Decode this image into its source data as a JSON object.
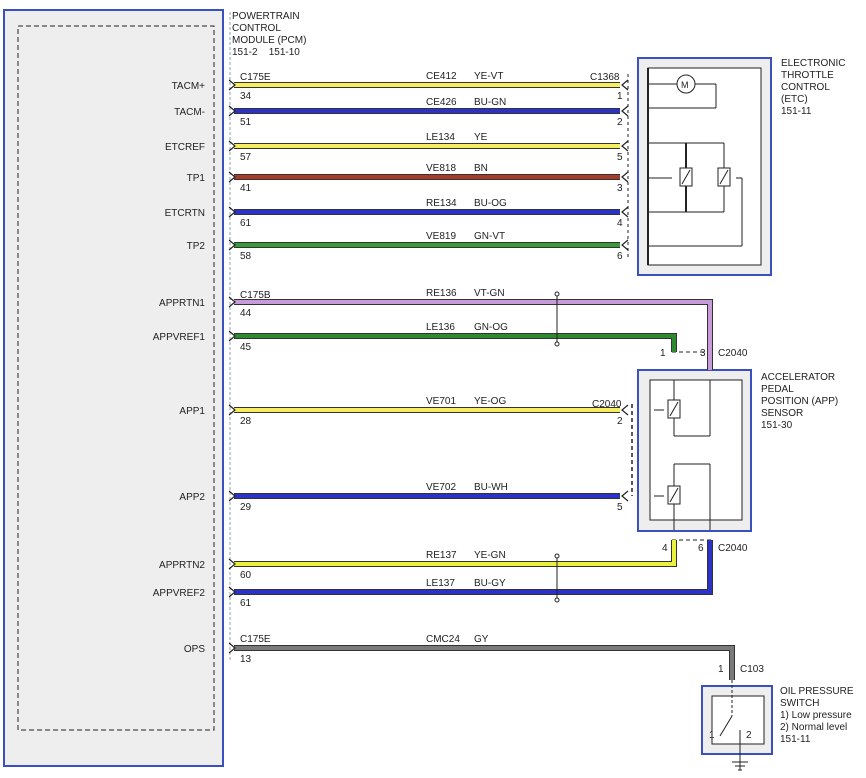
{
  "pcm": {
    "title_lines": [
      "POWERTRAIN",
      "CONTROL",
      "MODULE (PCM)"
    ],
    "ref": "151-2    151-10"
  },
  "etc": {
    "title_lines": [
      "ELECTRONIC",
      "THROTTLE",
      "CONTROL",
      "(ETC)"
    ],
    "ref": "151-11",
    "connector": "C1368"
  },
  "app_sensor": {
    "title_lines": [
      "ACCELERATOR",
      "PEDAL",
      "POSITION (APP)",
      "SENSOR"
    ],
    "ref": "151-30",
    "connector": "C2040"
  },
  "ops_switch": {
    "title_lines": [
      "OIL PRESSURE",
      "SWITCH",
      "1) Low pressure",
      "2) Normal level"
    ],
    "ref": "151-11",
    "connector": "C103",
    "pin_in": "1",
    "contact_left": "1",
    "contact_right": "2"
  },
  "pcm_connectors": {
    "c175e_top": "C175E",
    "c175b": "C175B",
    "c175e_bottom": "C175E"
  },
  "etc_wires": [
    {
      "signal": "TACM+",
      "pcm_pin": "34",
      "circuit": "CE412",
      "color_code": "YE-VT",
      "color": "#f4ee60",
      "far_pin": "1"
    },
    {
      "signal": "TACM-",
      "pcm_pin": "51",
      "circuit": "CE426",
      "color_code": "BU-GN",
      "color": "#2a32c8",
      "far_pin": "2"
    },
    {
      "signal": "ETCREF",
      "pcm_pin": "57",
      "circuit": "LE134",
      "color_code": "YE",
      "color": "#f4ee60",
      "far_pin": "5"
    },
    {
      "signal": "TP1",
      "pcm_pin": "41",
      "circuit": "VE818",
      "color_code": "BN",
      "color": "#a83c2a",
      "far_pin": "3"
    },
    {
      "signal": "ETCRTN",
      "pcm_pin": "61",
      "circuit": "RE134",
      "color_code": "BU-OG",
      "color": "#2a32c8",
      "far_pin": "4"
    },
    {
      "signal": "TP2",
      "pcm_pin": "58",
      "circuit": "VE819",
      "color_code": "GN-VT",
      "color": "#3a9a3a",
      "far_pin": "6"
    }
  ],
  "app_wires": [
    {
      "signal": "APPRTN1",
      "pcm_pin": "44",
      "circuit": "RE136",
      "color_code": "VT-GN",
      "color": "#c79ad8",
      "far_pin": "3"
    },
    {
      "signal": "APPVREF1",
      "pcm_pin": "45",
      "circuit": "LE136",
      "color_code": "GN-OG",
      "color": "#2f8a2f",
      "far_pin": "1"
    },
    {
      "signal": "APP1",
      "pcm_pin": "28",
      "circuit": "VE701",
      "color_code": "YE-OG",
      "color": "#f4ee60",
      "far_pin": "2"
    },
    {
      "signal": "APP2",
      "pcm_pin": "29",
      "circuit": "VE702",
      "color_code": "BU-WH",
      "color": "#2a32c8",
      "far_pin": "5"
    },
    {
      "signal": "APPRTN2",
      "pcm_pin": "60",
      "circuit": "RE137",
      "color_code": "YE-GN",
      "color": "#eaf040",
      "far_pin": "4"
    },
    {
      "signal": "APPVREF2",
      "pcm_pin": "61",
      "circuit": "LE137",
      "color_code": "BU-GY",
      "color": "#2a32c8",
      "far_pin": "6"
    }
  ],
  "ops_wire": {
    "signal": "OPS",
    "pcm_pin": "13",
    "circuit": "CMC24",
    "color_code": "GY",
    "color": "#7a7a7a"
  },
  "app_connector_labels": {
    "c2040_top": "C2040",
    "c2040_bottom": "C2040",
    "c2040_mid": "C2040"
  },
  "colors": {
    "frame": "#3a4fc0",
    "module_fill": "#eeeeee",
    "ink": "#222222"
  }
}
